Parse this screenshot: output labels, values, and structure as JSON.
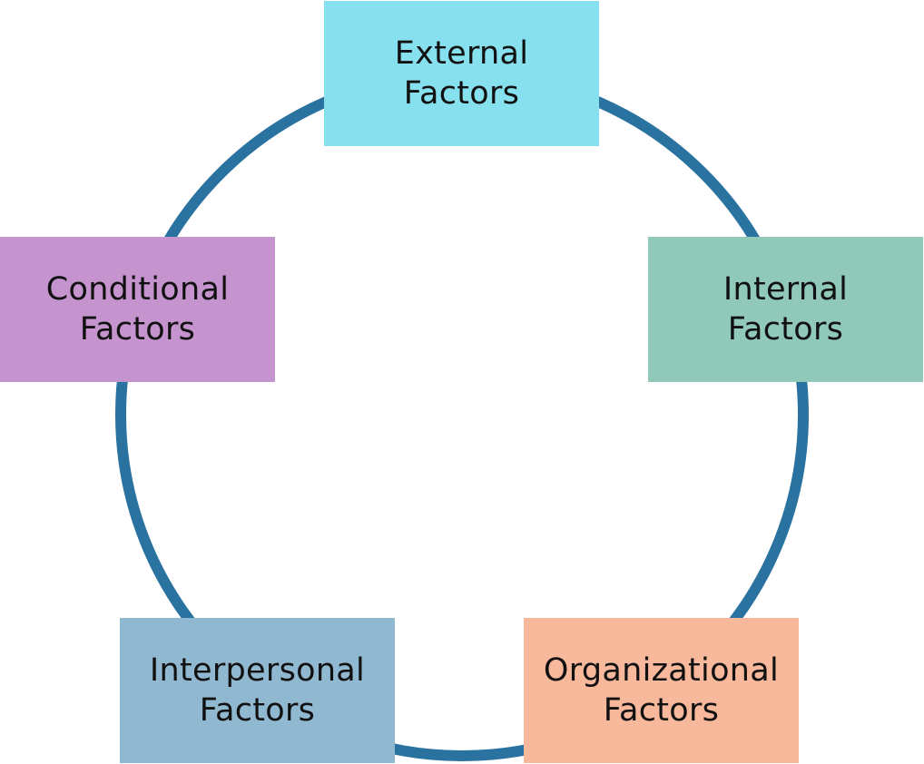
{
  "diagram": {
    "ring_color": "#2a72a0",
    "factors": [
      {
        "id": "external",
        "line1": "External",
        "line2": "Factors",
        "color": "#87e0ee"
      },
      {
        "id": "internal",
        "line1": "Internal",
        "line2": "Factors",
        "color": "#90c9b9"
      },
      {
        "id": "organizational",
        "line1": "Organizational",
        "line2": "Factors",
        "color": "#f7b89c"
      },
      {
        "id": "interpersonal",
        "line1": "Interpersonal",
        "line2": "Factors",
        "color": "#90b8d0"
      },
      {
        "id": "conditional",
        "line1": "Conditional",
        "line2": "Factors",
        "color": "#c594cf"
      }
    ]
  }
}
